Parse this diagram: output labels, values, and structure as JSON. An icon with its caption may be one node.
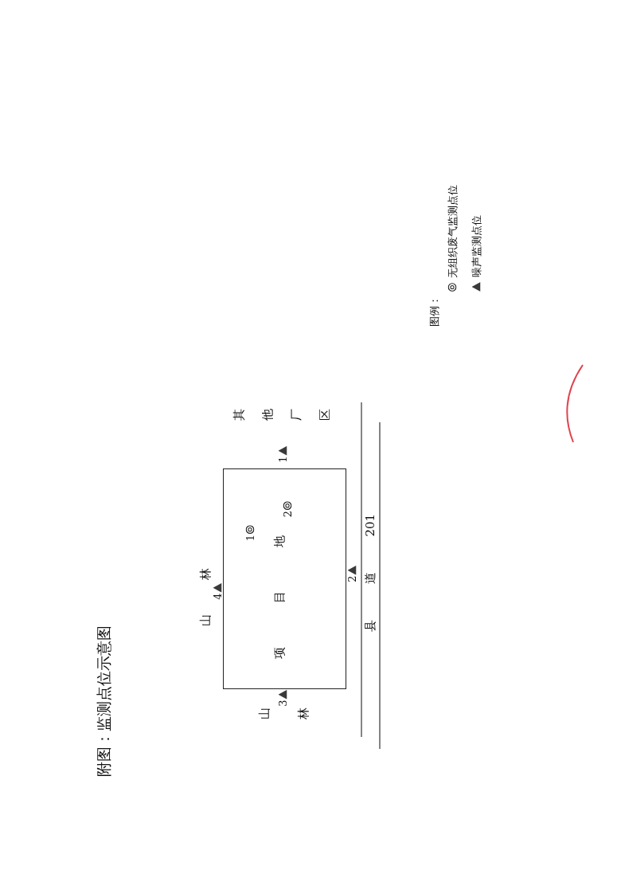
{
  "diagram": {
    "title": "附图：监测点位示意图",
    "nodes": [
      {
        "text": [
          "项 目 地"
        ]
      },
      {
        "text": [],
        "shape": "circle",
        "beside": [
          "1"
        ],
        "in": 0
      },
      {
        "text": [],
        "shape": "circle",
        "beside": [
          "2"
        ],
        "in": 0
      },
      {
        "text": [],
        "shape": "triangle",
        "beside": [
          "1"
        ]
      },
      {
        "text": [],
        "shape": "triangle",
        "beside": [
          "2"
        ]
      },
      {
        "text": [],
        "shape": "triangle",
        "beside": [
          "3"
        ]
      },
      {
        "text": [],
        "shape": "triangle",
        "beside": [
          "4"
        ]
      }
    ],
    "labels": [
      "山 林",
      "山林",
      "其他厂区",
      "县 道 201",
      "图例："
    ],
    "legend": [
      {
        "text": "无组织废气监测点位"
      },
      {
        "text": "噪声监测点位"
      }
    ]
  }
}
